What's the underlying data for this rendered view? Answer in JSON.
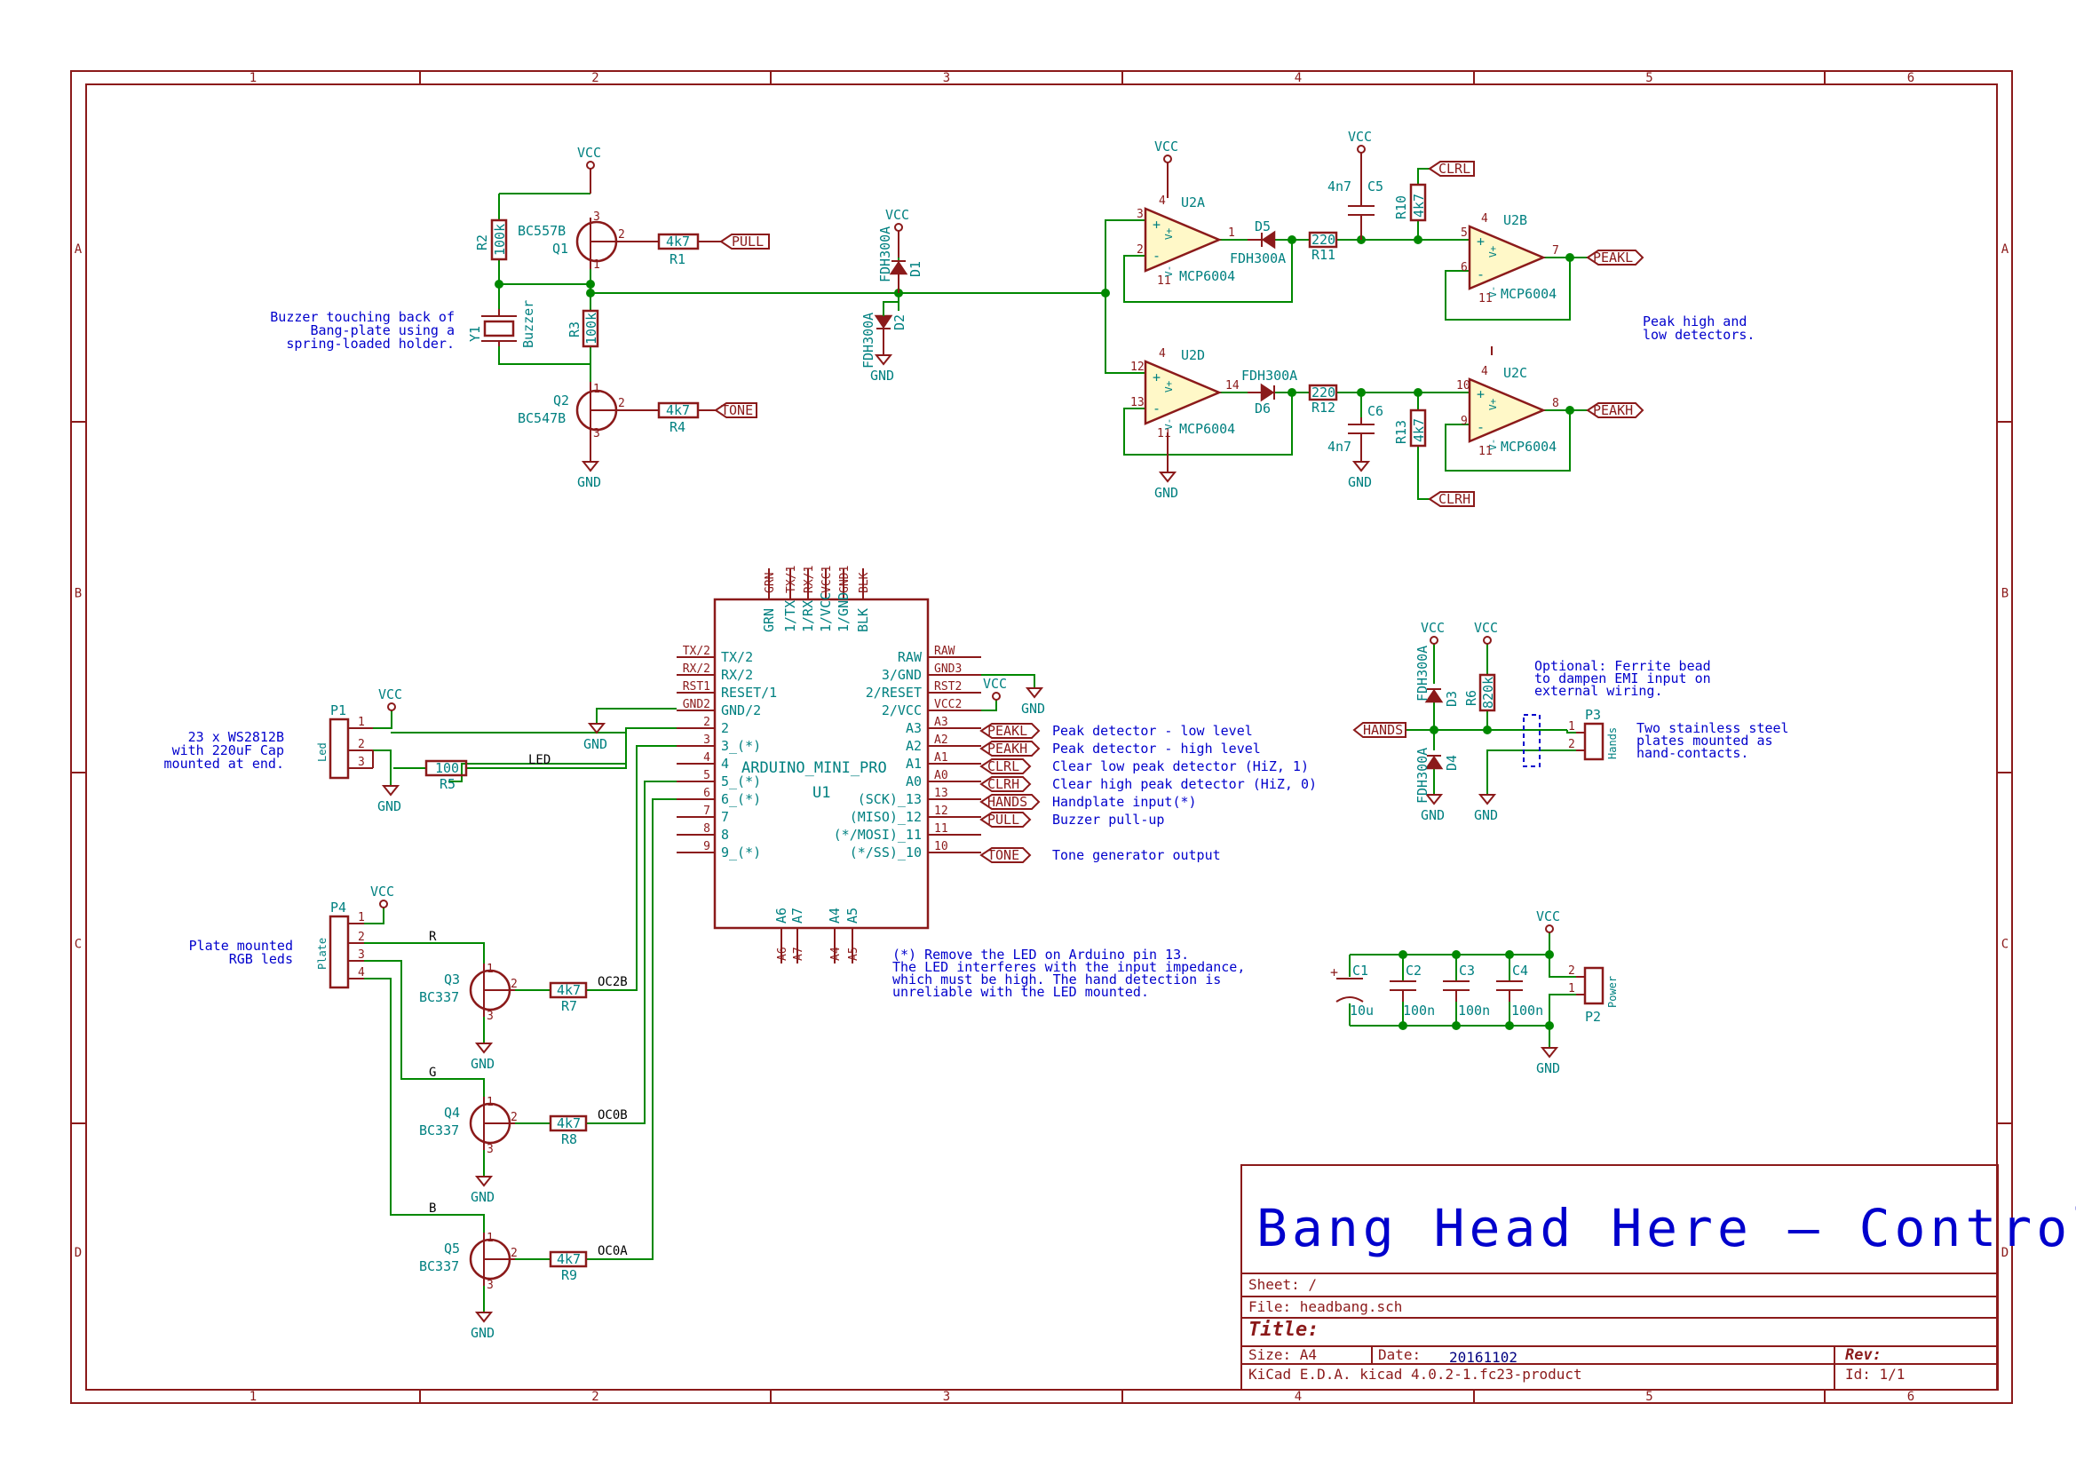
{
  "title_block": {
    "project_title": "Bang Head Here — Control",
    "sheet": "Sheet: /",
    "file": "File: headbang.sch",
    "title_label": "Title:",
    "size": "Size: A4",
    "date_label": "Date:",
    "date": "20161102",
    "rev_label": "Rev:",
    "tool": "KiCad E.D.A.  kicad 4.0.2-1.fc23-product",
    "id": "Id: 1/1"
  },
  "grid": {
    "columns": [
      "1",
      "2",
      "3",
      "4",
      "5",
      "6"
    ],
    "rows": [
      "A",
      "B",
      "C",
      "D"
    ]
  },
  "notes": {
    "buzzer": [
      "Buzzer touching back of",
      "Bang-plate using a",
      "spring-loaded holder."
    ],
    "peak": [
      "Peak high and",
      "low detectors."
    ],
    "led_strip": [
      "23 x WS2812B",
      "with 220uF Cap",
      "mounted at end."
    ],
    "plate_leds": [
      "Plate mounted",
      "RGB leds"
    ],
    "remove_led": [
      "(*) Remove the LED on Arduino pin 13.",
      "The LED interferes with the input impedance,",
      "which must be high. The hand detection is",
      "unreliable with the LED mounted."
    ],
    "ferrite": [
      "Optional: Ferrite bead",
      "to dampen EMI input on",
      "external wiring."
    ],
    "hands": [
      "Two stainless steel",
      "plates mounted as",
      "hand-contacts."
    ],
    "pin_desc": [
      "Peak detector - low level",
      "Peak detector - high level",
      "Clear low peak detector (HiZ, 1)",
      "Clear high peak detector (HiZ, 0)",
      "Handplate input(*)",
      "Buzzer pull-up",
      "Tone generator output"
    ]
  },
  "labels": {
    "PULL": "PULL",
    "TONE": "TONE",
    "CLRL": "CLRL",
    "CLRH": "CLRH",
    "PEAKL": "PEAKL",
    "PEAKH": "PEAKH",
    "HANDS": "HANDS",
    "VCC": "VCC",
    "GND": "GND",
    "LED": "LED",
    "R": "R",
    "G": "G",
    "B": "B",
    "OC2B": "OC2B",
    "OC0B": "OC0B",
    "OC0A": "OC0A"
  },
  "parts": {
    "Q1": {
      "ref": "Q1",
      "val": "BC557B"
    },
    "Q2": {
      "ref": "Q2",
      "val": "BC547B"
    },
    "Q3": {
      "ref": "Q3",
      "val": "BC337"
    },
    "Q4": {
      "ref": "Q4",
      "val": "BC337"
    },
    "Q5": {
      "ref": "Q5",
      "val": "BC337"
    },
    "R1": {
      "ref": "R1",
      "val": "4k7"
    },
    "R2": {
      "ref": "R2",
      "val": "100k"
    },
    "R3": {
      "ref": "R3",
      "val": "100k"
    },
    "R4": {
      "ref": "R4",
      "val": "4k7"
    },
    "R5": {
      "ref": "R5",
      "val": "100"
    },
    "R6": {
      "ref": "R6",
      "val": "820k"
    },
    "R7": {
      "ref": "R7",
      "val": "4k7"
    },
    "R8": {
      "ref": "R8",
      "val": "4k7"
    },
    "R9": {
      "ref": "R9",
      "val": "4k7"
    },
    "R10": {
      "ref": "R10",
      "val": "4k7"
    },
    "R11": {
      "ref": "R11",
      "val": "220"
    },
    "R12": {
      "ref": "R12",
      "val": "220"
    },
    "R13": {
      "ref": "R13",
      "val": "4k7"
    },
    "C1": {
      "ref": "C1",
      "val": "10u"
    },
    "C2": {
      "ref": "C2",
      "val": "100n"
    },
    "C3": {
      "ref": "C3",
      "val": "100n"
    },
    "C4": {
      "ref": "C4",
      "val": "100n"
    },
    "C5": {
      "ref": "C5",
      "val": "4n7"
    },
    "C6": {
      "ref": "C6",
      "val": "4n7"
    },
    "D1": {
      "ref": "D1",
      "val": "FDH300A"
    },
    "D2": {
      "ref": "D2",
      "val": "FDH300A"
    },
    "D3": {
      "ref": "D3",
      "val": "FDH300A"
    },
    "D4": {
      "ref": "D4",
      "val": "FDH300A"
    },
    "D5": {
      "ref": "D5",
      "val": "FDH300A"
    },
    "D6": {
      "ref": "D6",
      "val": "FDH300A"
    },
    "U2A": {
      "ref": "U2A",
      "val": "MCP6004"
    },
    "U2B": {
      "ref": "U2B",
      "val": "MCP6004"
    },
    "U2C": {
      "ref": "U2C",
      "val": "MCP6004"
    },
    "U2D": {
      "ref": "U2D",
      "val": "MCP6004"
    },
    "Y1": {
      "ref": "Y1",
      "val": "Buzzer"
    },
    "P1": {
      "ref": "P1",
      "val": "Led"
    },
    "P2": {
      "ref": "P2",
      "val": "Power"
    },
    "P3": {
      "ref": "P3",
      "val": "Hands"
    },
    "P4": {
      "ref": "P4",
      "val": "Plate"
    },
    "U1": {
      "ref": "U1",
      "val": "ARDUINO_MINI_PRO"
    }
  },
  "arduino": {
    "top_pins": [
      "GRN",
      "TX/1",
      "RX/1",
      "VCC1",
      "GND1",
      "BLK"
    ],
    "top_names": [
      "GRN",
      "1/TX",
      "1/RX",
      "1/VCC",
      "1/GND",
      "BLK"
    ],
    "left_ext": [
      "TX/2",
      "RX/2",
      "RST1",
      "GND2",
      "2",
      "3",
      "4",
      "5",
      "6",
      "7",
      "8",
      "9"
    ],
    "left_names": [
      "TX/2",
      "RX/2",
      "RESET/1",
      "GND/2",
      "2",
      "3_(*)",
      "4",
      "5_(*)",
      "6_(*)",
      "7",
      "8",
      "9_(*)"
    ],
    "right_ext": [
      "RAW",
      "GND3",
      "RST2",
      "VCC2",
      "A3",
      "A2",
      "A1",
      "A0",
      "13",
      "12",
      "11",
      "10"
    ],
    "right_names": [
      "RAW",
      "3/GND",
      "2/RESET",
      "2/VCC",
      "A3",
      "A2",
      "A1",
      "A0",
      "(SCK)_13",
      "(MISO)_12",
      "(*/MOSI)_11",
      "(*/SS)_10"
    ],
    "bottom_pins": [
      "A6",
      "A7",
      "A4",
      "A5"
    ],
    "bottom_names": [
      "A6",
      "A7",
      "A4",
      "A5"
    ]
  }
}
